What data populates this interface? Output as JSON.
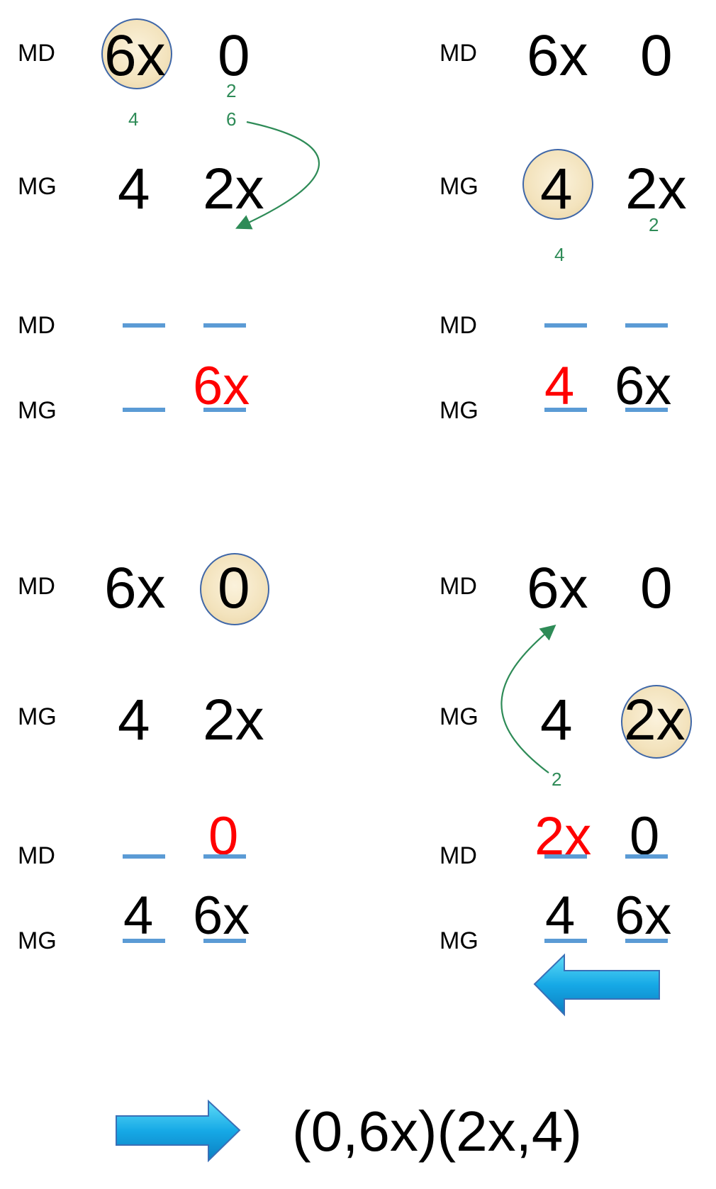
{
  "labels": {
    "md": "MD",
    "mg": "MG"
  },
  "colors": {
    "accent_red": "#ff0000",
    "annotation_green": "#2e8b57",
    "slot_blue": "#5b9bd5",
    "circle_fill": "#f3e3bd",
    "arrow_blue": "#16a9e6"
  },
  "panel1": {
    "md_terms": [
      "6x",
      "0"
    ],
    "mg_terms": [
      "4",
      "2x"
    ],
    "annotations": {
      "below_6x": "4",
      "below_0_top": "2",
      "below_0_bottom": "6"
    },
    "result_mg_second": "6x"
  },
  "panel2": {
    "md_terms": [
      "6x",
      "0"
    ],
    "mg_terms": [
      "4",
      "2x"
    ],
    "annotations": {
      "below_2x": "2",
      "below_4": "4"
    },
    "result_mg": [
      "4",
      "6x"
    ]
  },
  "panel3": {
    "md_terms": [
      "6x",
      "0"
    ],
    "mg_terms": [
      "4",
      "2x"
    ],
    "result_md_second": "0",
    "result_mg": [
      "4",
      "6x"
    ]
  },
  "panel4": {
    "md_terms": [
      "6x",
      "0"
    ],
    "mg_terms": [
      "4",
      "2x"
    ],
    "annotations": {
      "arrow_label": "2"
    },
    "result_md": [
      "2x",
      "0"
    ],
    "result_mg": [
      "4",
      "6x"
    ]
  },
  "final": {
    "expression": "(0,6x)(2x,4)"
  },
  "icons": [
    "left-arrow-icon",
    "right-arrow-icon",
    "curved-arrow-icon"
  ]
}
